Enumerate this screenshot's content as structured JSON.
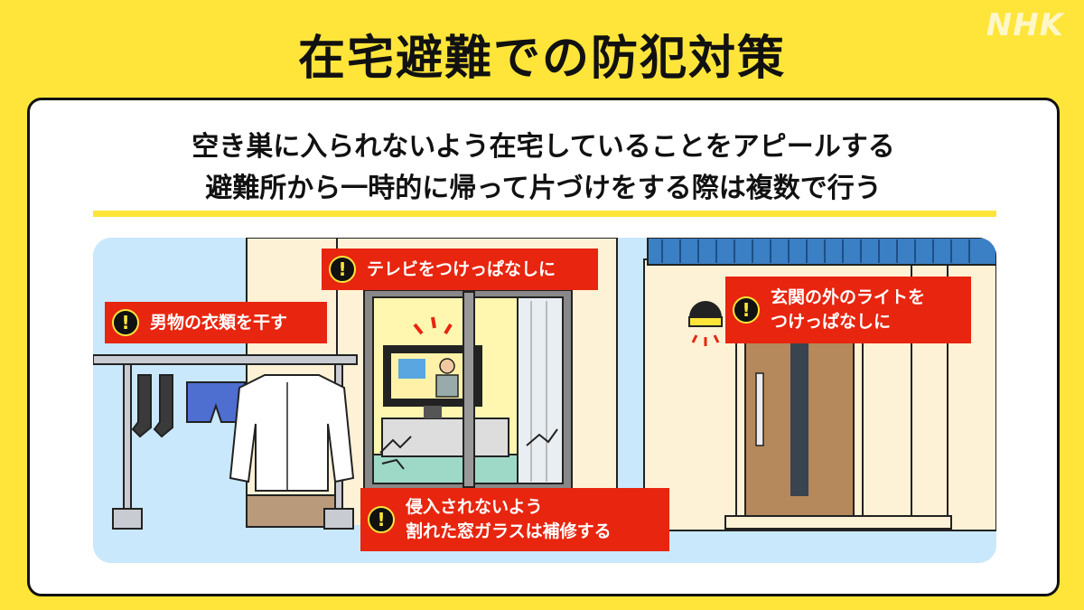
{
  "header": {
    "title": "在宅避難での防犯対策",
    "logo": "NHK"
  },
  "subtitles": {
    "line1": "空き巣に入られないよう在宅していることをアピールする",
    "line2": "避難所から一時的に帰って片づけをする際は複数で行う"
  },
  "callouts": {
    "laundry": {
      "icon": "!",
      "line1": "男物の衣類を干す"
    },
    "tv": {
      "icon": "!",
      "line1": "テレビをつけっぱなしに"
    },
    "window": {
      "icon": "!",
      "line1": "侵入されないよう",
      "line2": "割れた窓ガラスは補修する"
    },
    "light": {
      "icon": "!",
      "line1": "玄関の外のライトを",
      "line2": "つけっぱなしに"
    }
  },
  "colors": {
    "background": "#ffe53a",
    "callout": "#e8250f",
    "sky": "#c9e8fb",
    "roof": "#3b7fc4",
    "door": "#b5895b"
  }
}
